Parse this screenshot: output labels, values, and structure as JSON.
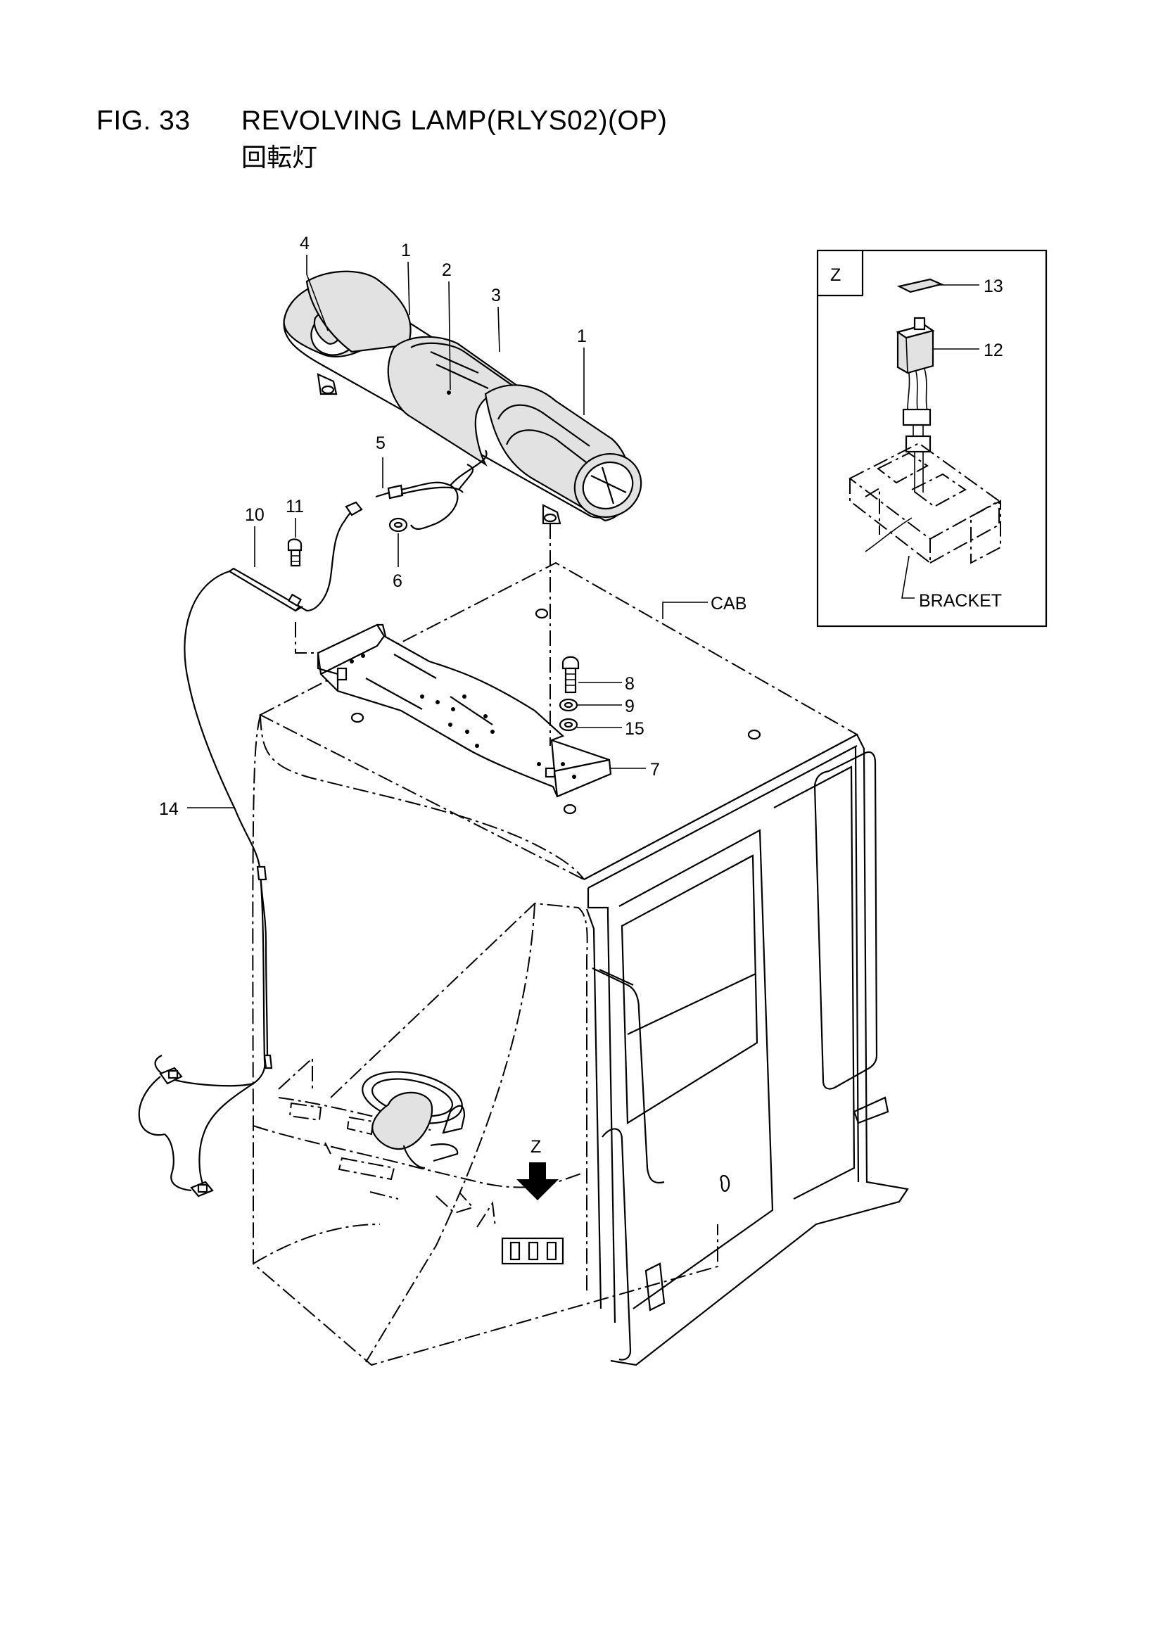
{
  "header": {
    "fig_no": "FIG. 33",
    "title": "REVOLVING LAMP(RLYS02)(OP)",
    "subtitle": "回転灯"
  },
  "detail_box": {
    "label": "Z",
    "bracket_label": "BRACKET"
  },
  "view_marker": "Z",
  "cab_label": "CAB",
  "callouts": {
    "c1a": "1",
    "c1b": "1",
    "c2": "2",
    "c3": "3",
    "c4": "4",
    "c5": "5",
    "c6": "6",
    "c7": "7",
    "c8": "8",
    "c9": "9",
    "c10": "10",
    "c11": "11",
    "c12": "12",
    "c13": "13",
    "c14": "14",
    "c15": "15"
  }
}
